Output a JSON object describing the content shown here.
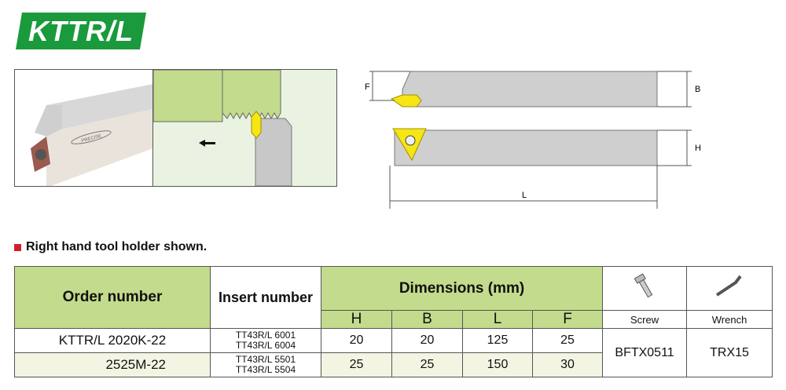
{
  "logo": {
    "text": "KTTR/L",
    "color": "#1a9a3c"
  },
  "photo": {
    "brand_stamp": "PRECISE"
  },
  "drawing_labels": {
    "F": "F",
    "B": "B",
    "H": "H",
    "L": "L"
  },
  "note": "Right hand tool holder shown.",
  "table": {
    "order_header": "Order number",
    "insert_header": "Insert number",
    "dimensions_header": "Dimensions (mm)",
    "dim_cols": [
      "H",
      "B",
      "L",
      "F"
    ],
    "screw_label": "Screw",
    "wrench_label": "Wrench",
    "rows": [
      {
        "order": "KTTR/L 2020K-22",
        "inserts": [
          "TT43R/L 6001",
          "TT43R/L 6004"
        ],
        "H": "20",
        "B": "20",
        "L": "125",
        "F": "25"
      },
      {
        "order": "2525M-22",
        "inserts": [
          "TT43R/L 5501",
          "TT43R/L 5504"
        ],
        "H": "25",
        "B": "25",
        "L": "150",
        "F": "30"
      }
    ],
    "screw": "BFTX0511",
    "wrench": "TRX15"
  }
}
